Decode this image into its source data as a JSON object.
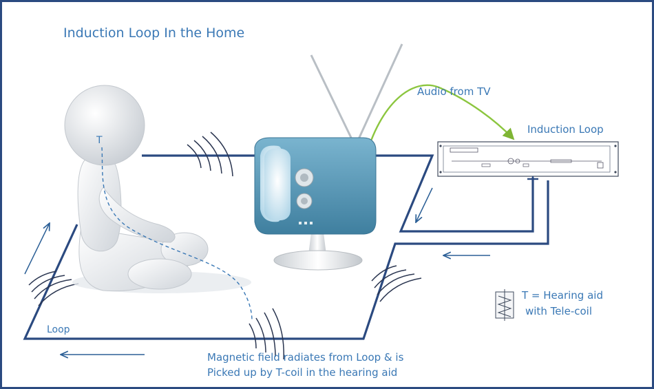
{
  "title": "Induction Loop In the Home",
  "labels": {
    "audio_from_tv": "Audio from TV",
    "induction_loop": "Induction Loop",
    "tcoil_marker": "T",
    "loop": "Loop",
    "magnetic_line1": "Magnetic field radiates from Loop & is",
    "magnetic_line2": "Picked up by T-coil in the hearing aid",
    "legend_line1": "T = Hearing aid",
    "legend_line2": "with Tele-coil"
  },
  "colors": {
    "text": "#3a78b5",
    "loop_wire": "#2b4a80",
    "audio_signal": "#8cc63f",
    "tv_body": "#5b9ab8",
    "tv_screen": "#dcecf5",
    "figure": "#e9ecef"
  },
  "icons": [
    "person-figure-icon",
    "tv-icon",
    "amplifier-icon",
    "tele-coil-icon",
    "field-wave-icon",
    "arrow-icon"
  ]
}
